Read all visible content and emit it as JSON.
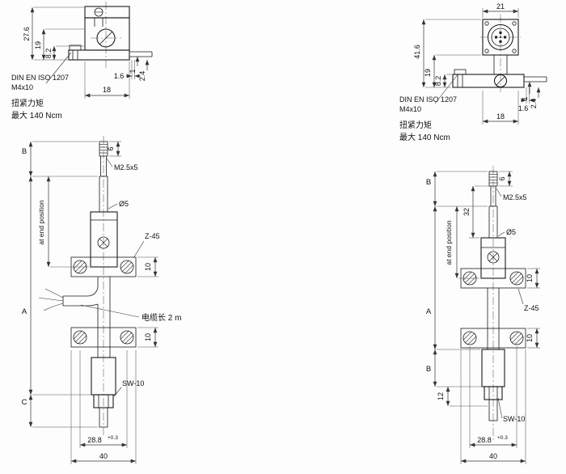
{
  "left_view": {
    "head": {
      "dim_27_6": "27.6",
      "dim_19": "19",
      "dim_8_2": "8.2",
      "din_line1": "DIN EN ISO 1207",
      "din_line2": "M4x10",
      "torque_line1": "扭紧力矩",
      "torque_line2": "最大 140 Ncm",
      "dim_18": "18",
      "dim_1_6": "1.6",
      "dim_1": "1",
      "dim_2_4": "2.4"
    },
    "sensor": {
      "dim_B": "B",
      "end_position": "at end position",
      "dim_A": "A",
      "dim_C": "C",
      "dim_6": "6",
      "thread_label": "M2.5x5",
      "dia_label": "Ø5",
      "clamp_label": "Z-45",
      "dim_10_top": "10",
      "cable_label": "电缆长 2 m",
      "dim_10_bottom": "10",
      "hex_label": "SW-10",
      "dim_28_8": "28.8",
      "tol": "+0.3",
      "dim_40": "40"
    }
  },
  "right_view": {
    "head": {
      "dim_21": "21",
      "dim_41_6": "41.6",
      "dim_19": "19",
      "dim_8_2": "8.2",
      "din_line1": "DIN EN ISO 1207",
      "din_line2": "M4x10",
      "torque_line1": "扭紧力矩",
      "torque_line2": "最大 140 Ncm",
      "dim_18": "18",
      "dim_1_6": "1.6",
      "dim_1": "1",
      "dim_2_4": "2.4"
    },
    "sensor": {
      "dim_B_top": "B",
      "dim_32": "32",
      "end_position": "at end position",
      "dim_A": "A",
      "dim_B_bottom": "B",
      "dim_12": "12",
      "dim_6": "6",
      "thread_label": "M2.5x5",
      "dia_label": "Ø5",
      "dim_10_top": "10",
      "clamp_label": "Z-45",
      "dim_10_bottom": "10",
      "hex_label": "SW-10",
      "dim_28_8": "28.8",
      "tol": "+0.3",
      "dim_40": "40"
    }
  }
}
